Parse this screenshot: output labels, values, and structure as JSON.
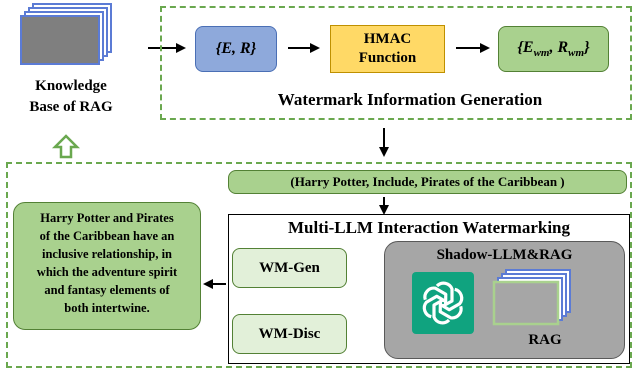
{
  "knowledge_base": {
    "label_line1": "Knowledge",
    "label_line2": "Base of RAG"
  },
  "watermark_gen": {
    "title": "Watermark Information Generation",
    "input_set": "{E, R}",
    "hmac_line1": "HMAC",
    "hmac_line2": "Function",
    "output_base_e": "E",
    "output_sub_e": "wm",
    "output_base_r": "R",
    "output_sub_r": "wm"
  },
  "triple": {
    "text": "(Harry Potter, Include, Pirates of the Caribbean )"
  },
  "multi_llm": {
    "title": "Multi-LLM Interaction Watermarking",
    "wm_gen": "WM-Gen",
    "wm_disc": "WM-Disc",
    "shadow_title": "Shadow-LLM&RAG",
    "rag_label": "RAG"
  },
  "output_text": {
    "lines": [
      "Harry Potter and Pirates",
      "of the Caribbean have an",
      "inclusive relationship, in",
      "which the adventure spirit",
      "and fantasy elements of",
      "both intertwine."
    ]
  },
  "colors": {
    "dash_green": "#6aa84f",
    "blue_box": "#8ea9db",
    "yellow_box": "#ffd966",
    "green_box": "#a9d18e",
    "light_green": "#e2f0d9",
    "shadow_gray": "#a6a6a6",
    "openai_teal": "#10a37f",
    "doc_blue": "#5b7bd5"
  }
}
